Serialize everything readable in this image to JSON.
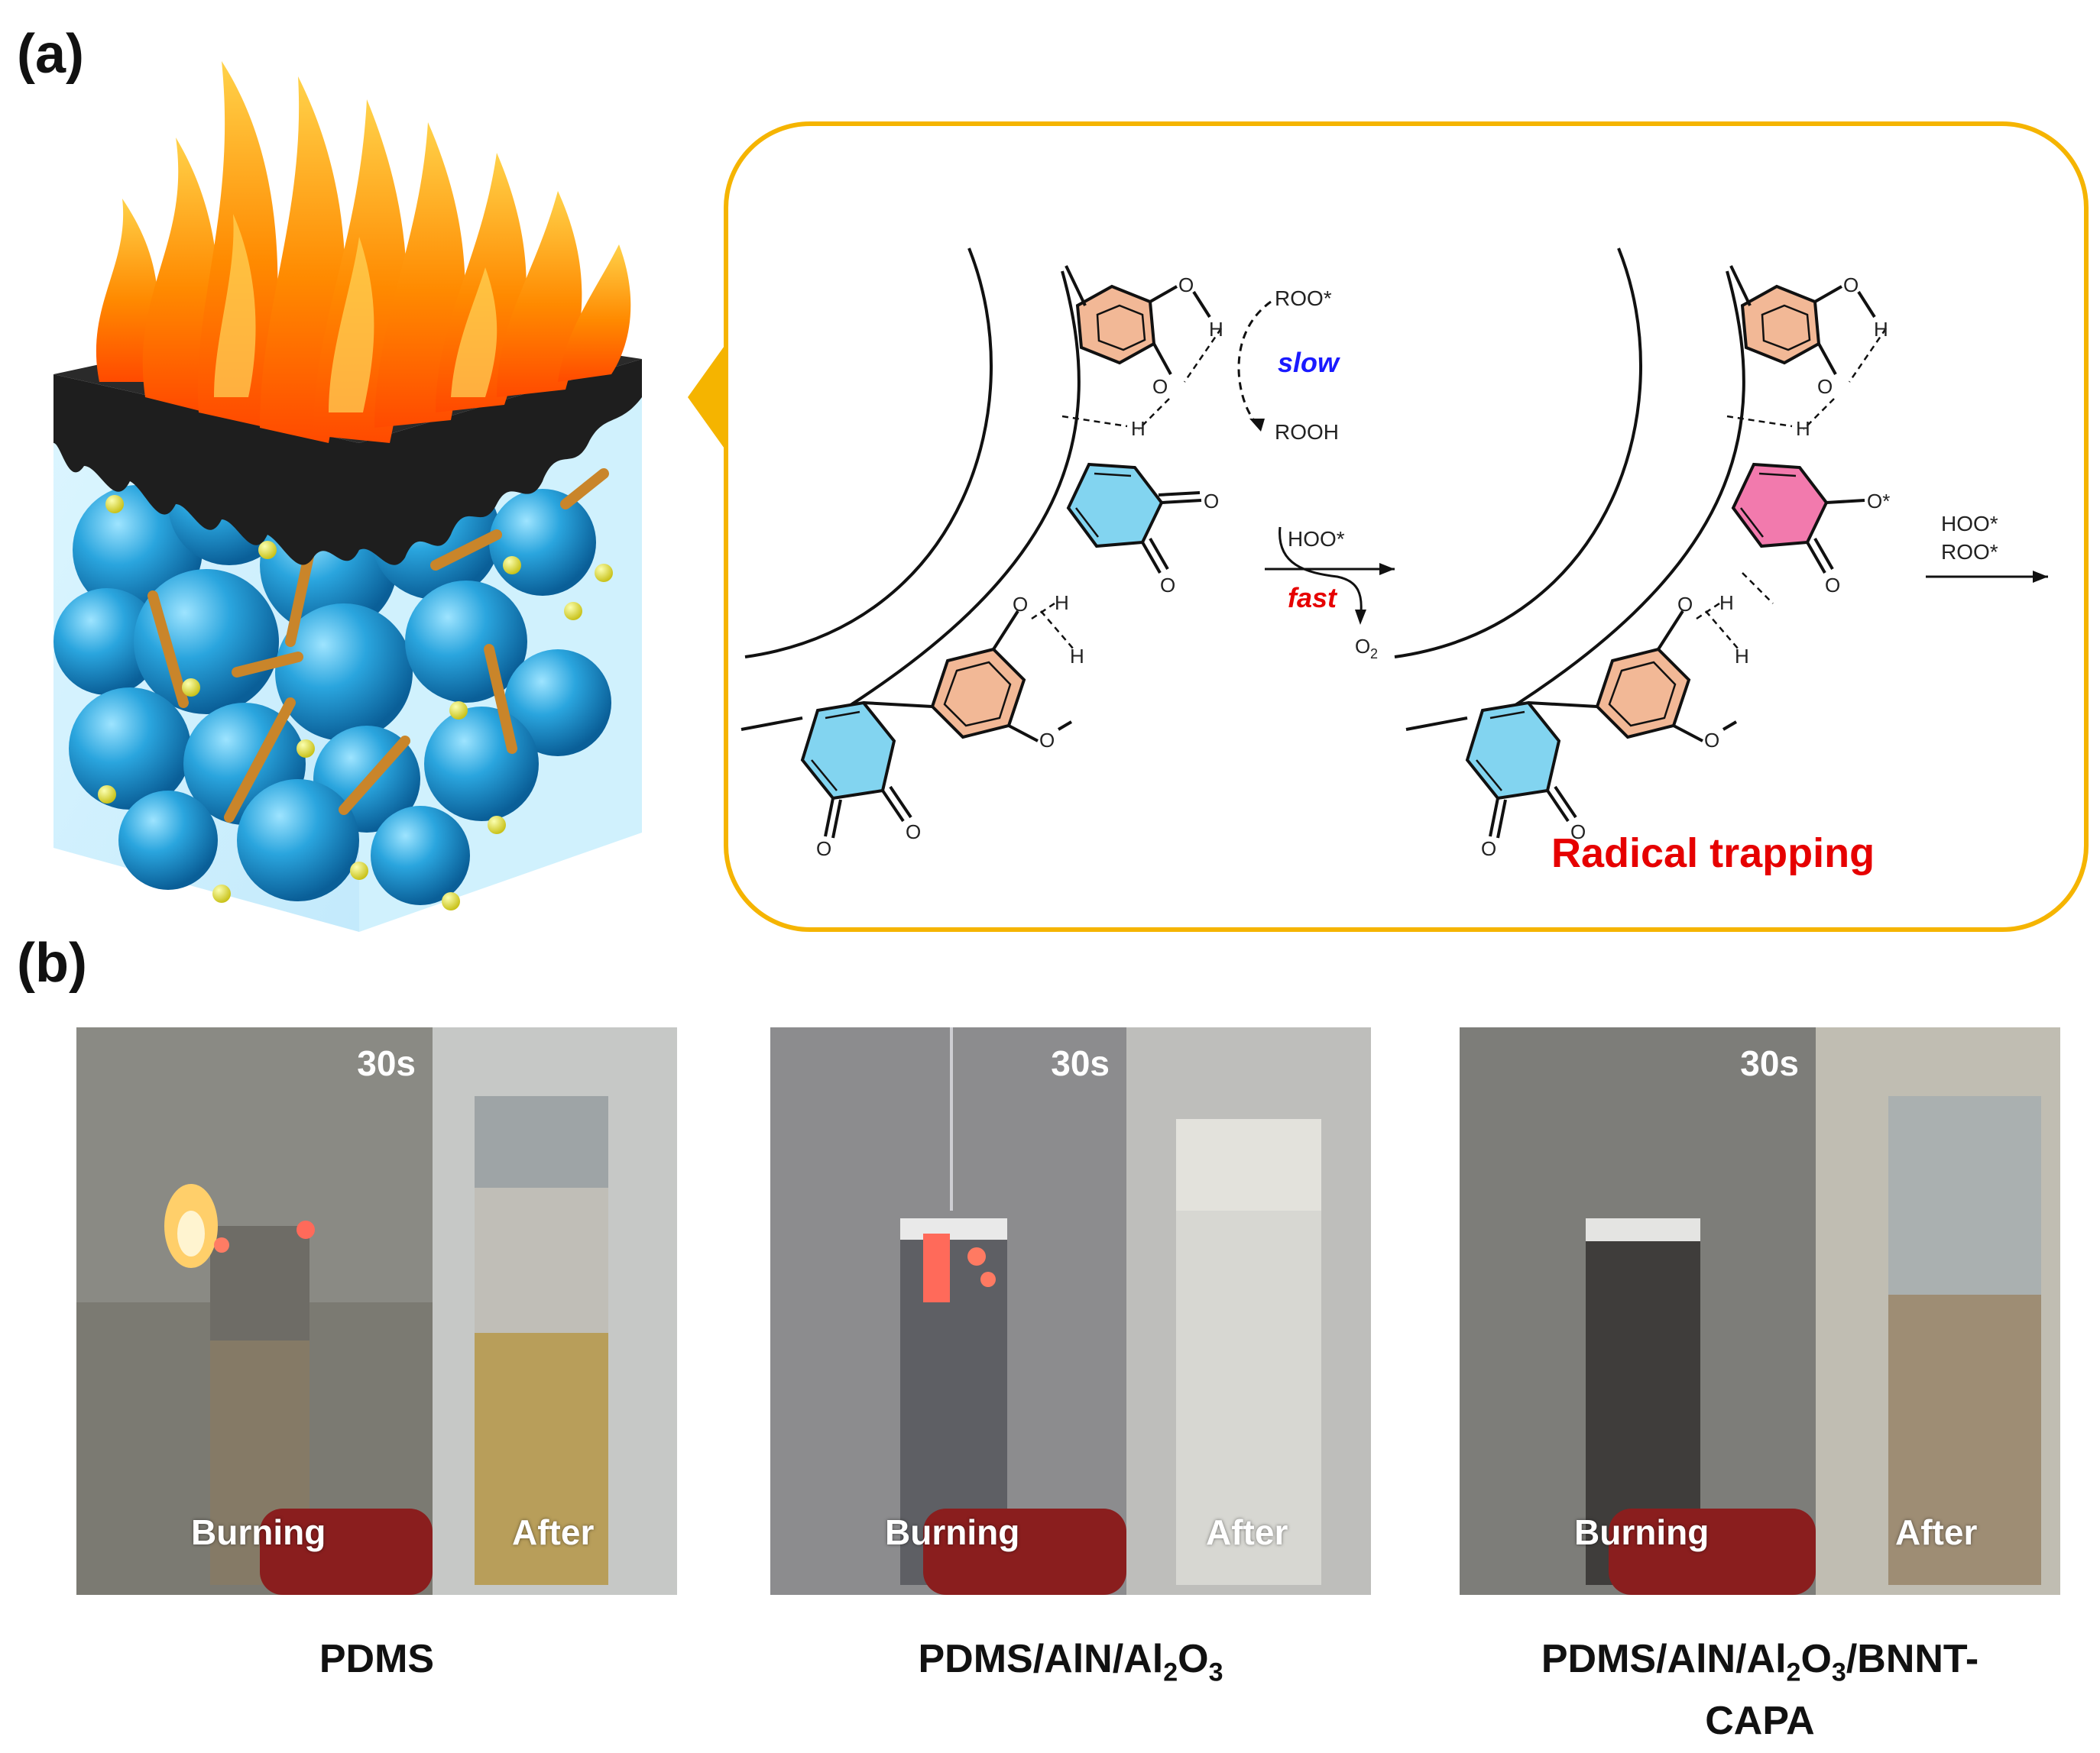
{
  "panel_labels": {
    "a": "(a)",
    "b": "(b)"
  },
  "mechanism": {
    "roo": "ROO*",
    "slow": "slow",
    "rooh": "ROOH",
    "hoo": "HOO*",
    "fast": "fast",
    "o2": "O",
    "o2_sub": "2",
    "hoo_right": "HOO*",
    "roo_right": "ROO*",
    "radical_trapping": "Radical trapping",
    "atom_o": "O",
    "atom_h": "H",
    "atom_o_radical": "O*"
  },
  "photos": [
    {
      "time": "30s",
      "burning": "Burning",
      "after": "After",
      "name_main": "PDMS",
      "name_sub1": "",
      "name_mid": "",
      "name_sub2": "",
      "name_end": "",
      "name_line2": ""
    },
    {
      "time": "30s",
      "burning": "Burning",
      "after": "After",
      "name_main": "PDMS/AlN/Al",
      "name_sub1": "2",
      "name_mid": "O",
      "name_sub2": "3",
      "name_end": "",
      "name_line2": ""
    },
    {
      "time": "30s",
      "burning": "Burning",
      "after": "After",
      "name_main": "PDMS/AlN/Al",
      "name_sub1": "2",
      "name_mid": "O",
      "name_sub2": "3",
      "name_end": "/BNNT-",
      "name_line2": "CAPA"
    }
  ],
  "colors": {
    "frame": "#f5b400",
    "slow": "#1a1aff",
    "fast": "#e60000",
    "radical": "#e60000",
    "catechol_ring": "#f2b896",
    "quinone_ring": "#82d4f0",
    "radical_ring": "#f27aad",
    "sphere": "#2aa5de",
    "flame": "#ff7a00"
  }
}
